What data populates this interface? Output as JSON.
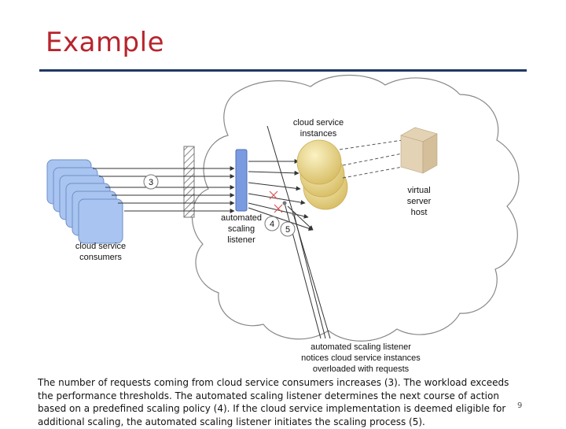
{
  "slide": {
    "title": "Example",
    "page_number": "9",
    "caption": "The number of requests coming from cloud service consumers increases (3). The workload exceeds the performance thresholds. The automated scaling listener determines the next course of action based on a predefined scaling policy (4). If the cloud service implementation is deemed eligible for additional scaling, the automated scaling listener initiates the scaling process (5)."
  },
  "diagram": {
    "labels": {
      "consumers_line1": "cloud service",
      "consumers_line2": "consumers",
      "instances_line1": "cloud service",
      "instances_line2": "instances",
      "listener_line1": "automated",
      "listener_line2": "scaling",
      "listener_line3": "listener",
      "host_line1": "virtual",
      "host_line2": "server",
      "host_line3": "host",
      "note_line1": "automated scaling listener",
      "note_line2": "notices cloud service instances",
      "note_line3": "overloaded with requests"
    },
    "steps": {
      "step3": "3",
      "step4": "4",
      "step5": "5"
    },
    "colors": {
      "consumer_fill": "#a9c4f0",
      "consumer_edge": "#6d8fc9",
      "listener_fill": "#7a9be0",
      "instance_fill": "#ecd98a",
      "host_fill": "#e3d2b4",
      "cross": "#d9534f"
    }
  }
}
